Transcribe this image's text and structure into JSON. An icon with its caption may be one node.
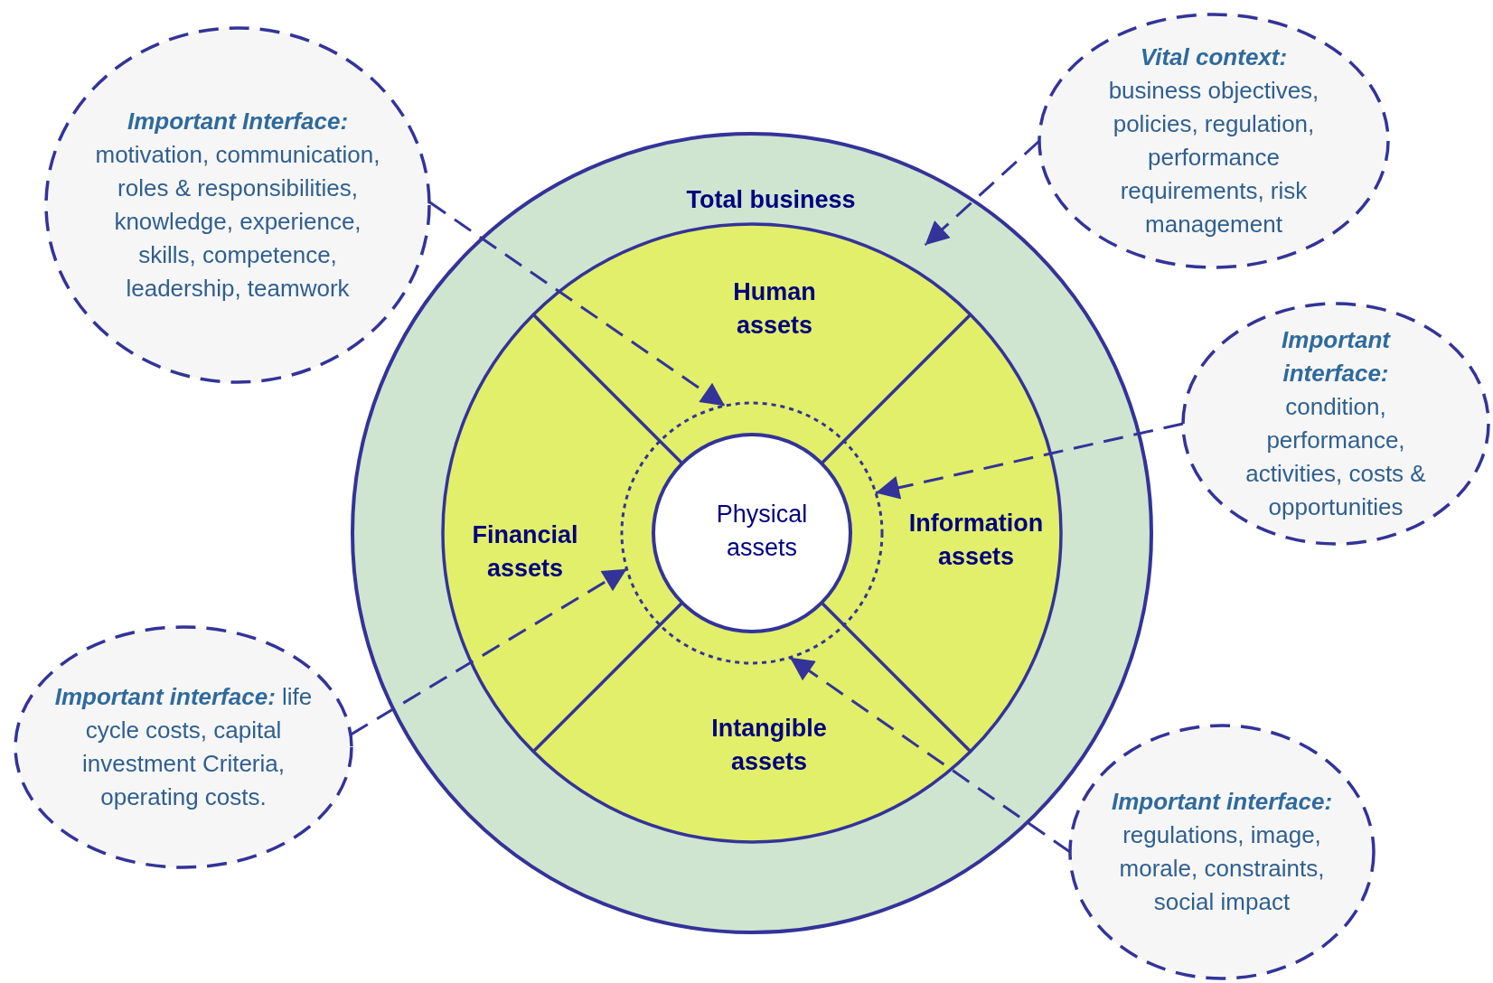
{
  "diagram": {
    "nodes": [
      {
        "text": [
          "Total business"
        ]
      },
      {
        "text": [
          "Human assets"
        ],
        "in": 0
      },
      {
        "text": [
          "Financial assets"
        ],
        "in": 0
      },
      {
        "text": [
          "Information assets"
        ],
        "in": 0
      },
      {
        "text": [
          "Intangible assets"
        ],
        "in": 0
      },
      {
        "text": [],
        "shape": "circle",
        "in": 0
      },
      {
        "text": [
          "Physical assets"
        ],
        "in": 5
      },
      {
        "text": [
          "Important Interface:",
          "motivation, communication, roles & responsibilities, knowledge, experience, skills, competence, leadership, teamwork"
        ]
      },
      {
        "text": [
          "Vital context:",
          "business objectives, policies, regulation, performance requirements, risk management"
        ]
      },
      {
        "text": [
          "Important interface:",
          "condition, performance, activities, costs & opportunities"
        ]
      },
      {
        "text": [
          "Important interface:",
          "life cycle costs, capital investment Criteria, operating costs."
        ]
      },
      {
        "text": [
          "Important interface:",
          "regulations, image, morale, constraints, social impact"
        ]
      }
    ],
    "edges": [
      {
        "from": 7,
        "to": 5,
        "arrow": "to",
        "style": "dashed"
      },
      {
        "from": 8,
        "to": 0,
        "arrow": "to",
        "style": "dashed"
      },
      {
        "from": 9,
        "to": 5,
        "arrow": "to",
        "style": "dashed"
      },
      {
        "from": 10,
        "to": 5,
        "arrow": "to",
        "style": "dashed"
      },
      {
        "from": 11,
        "to": 5,
        "arrow": "to",
        "style": "dashed"
      }
    ]
  }
}
